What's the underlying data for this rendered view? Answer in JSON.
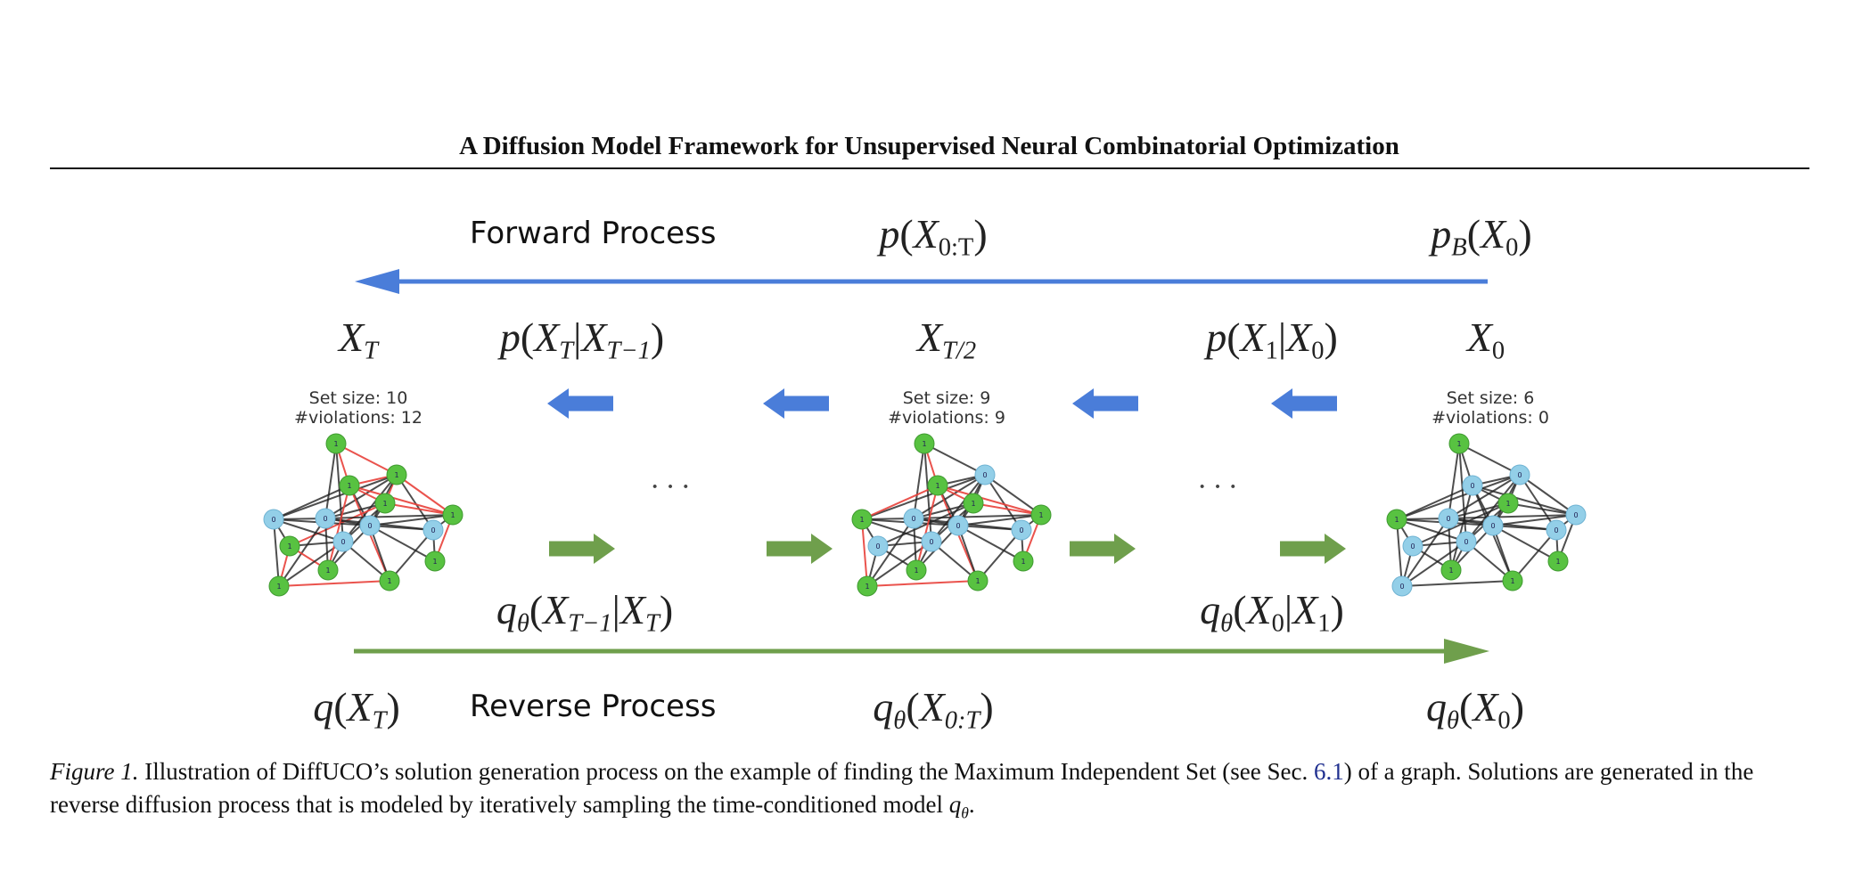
{
  "header": {
    "title": "A Diffusion Model Framework for Unsupervised Neural Combinatorial Optimization"
  },
  "colors": {
    "forward": "#4a7dd9",
    "reverse": "#6f9f4c",
    "node_one": "#58c241",
    "node_zero": "#93cfe8",
    "violation_edge": "#e8403a",
    "edge": "#222222"
  },
  "figure": {
    "forward_label": "Forward Process",
    "reverse_label": "Reverse Process",
    "math": {
      "p_joint": [
        [
          "p",
          "i"
        ],
        [
          "(",
          ""
        ],
        [
          "X",
          "i"
        ],
        [
          "0:T",
          "sub"
        ],
        [
          ")",
          ""
        ]
      ],
      "p_B": [
        [
          "p",
          "i"
        ],
        [
          "B",
          "subi"
        ],
        [
          "(",
          ""
        ],
        [
          "X",
          "i"
        ],
        [
          "0",
          "sub"
        ],
        [
          ")",
          ""
        ]
      ],
      "X_T": [
        [
          "X",
          "i"
        ],
        [
          "T",
          "subi"
        ]
      ],
      "p_T_step": [
        [
          "p",
          "i"
        ],
        [
          "(",
          ""
        ],
        [
          "X",
          "i"
        ],
        [
          "T",
          "subi"
        ],
        [
          "|",
          ""
        ],
        [
          "X",
          "i"
        ],
        [
          "T−1",
          "subi"
        ],
        [
          ")",
          ""
        ]
      ],
      "X_T2": [
        [
          "X",
          "i"
        ],
        [
          "T/2",
          "subi"
        ]
      ],
      "p_1_0": [
        [
          "p",
          "i"
        ],
        [
          "(",
          ""
        ],
        [
          "X",
          "i"
        ],
        [
          "1",
          "sub"
        ],
        [
          "|",
          ""
        ],
        [
          "X",
          "i"
        ],
        [
          "0",
          "sub"
        ],
        [
          ")",
          ""
        ]
      ],
      "X_0": [
        [
          "X",
          "i"
        ],
        [
          "0",
          "sub"
        ]
      ],
      "q_T_step": [
        [
          "q",
          "i"
        ],
        [
          "θ",
          "subi"
        ],
        [
          "(",
          ""
        ],
        [
          "X",
          "i"
        ],
        [
          "T−1",
          "subi"
        ],
        [
          "|",
          ""
        ],
        [
          "X",
          "i"
        ],
        [
          "T",
          "subi"
        ],
        [
          ")",
          ""
        ]
      ],
      "q_0_step": [
        [
          "q",
          "i"
        ],
        [
          "θ",
          "subi"
        ],
        [
          "(",
          ""
        ],
        [
          "X",
          "i"
        ],
        [
          "0",
          "sub"
        ],
        [
          "|",
          ""
        ],
        [
          "X",
          "i"
        ],
        [
          "1",
          "sub"
        ],
        [
          ")",
          ""
        ]
      ],
      "q_prior": [
        [
          "q",
          "i"
        ],
        [
          "(",
          ""
        ],
        [
          "X",
          "i"
        ],
        [
          "T",
          "subi"
        ],
        [
          ")",
          ""
        ]
      ],
      "q_joint": [
        [
          "q",
          "i"
        ],
        [
          "θ",
          "subi"
        ],
        [
          "(",
          ""
        ],
        [
          "X",
          "i"
        ],
        [
          "0:T",
          "subi"
        ],
        [
          ")",
          ""
        ]
      ],
      "q_0": [
        [
          "q",
          "i"
        ],
        [
          "θ",
          "subi"
        ],
        [
          "(",
          ""
        ],
        [
          "X",
          "i"
        ],
        [
          "0",
          "sub"
        ],
        [
          ")",
          ""
        ]
      ]
    },
    "ellipsis": "···",
    "graphs": [
      {
        "set_size_label": "Set size: 10",
        "violations_label": "#violations: 12",
        "node_labels": [
          1,
          1,
          1,
          1,
          1,
          0,
          0,
          0,
          0,
          0,
          1,
          1,
          1,
          1,
          1
        ]
      },
      {
        "set_size_label": "Set size: 9",
        "violations_label": "#violations: 9",
        "node_labels": [
          1,
          0,
          1,
          1,
          1,
          1,
          0,
          0,
          0,
          0,
          0,
          1,
          1,
          1,
          1
        ]
      },
      {
        "set_size_label": "Set size: 6",
        "violations_label": "#violations: 0",
        "node_labels": [
          1,
          0,
          0,
          1,
          0,
          1,
          0,
          0,
          0,
          0,
          0,
          1,
          1,
          1,
          0
        ]
      }
    ]
  },
  "caption": {
    "lead": "Figure 1.",
    "text1": " Illustration of DiffUCO’s solution generation process on the example of finding the Maximum Independent Set (see Sec. ",
    "ref": "6.1",
    "text2": ") of a graph. Solutions are generated in the reverse diffusion process that is modeled by iteratively sampling the time-conditioned model ",
    "model_symbol": "q",
    "model_sub": "θ",
    "end": "."
  }
}
